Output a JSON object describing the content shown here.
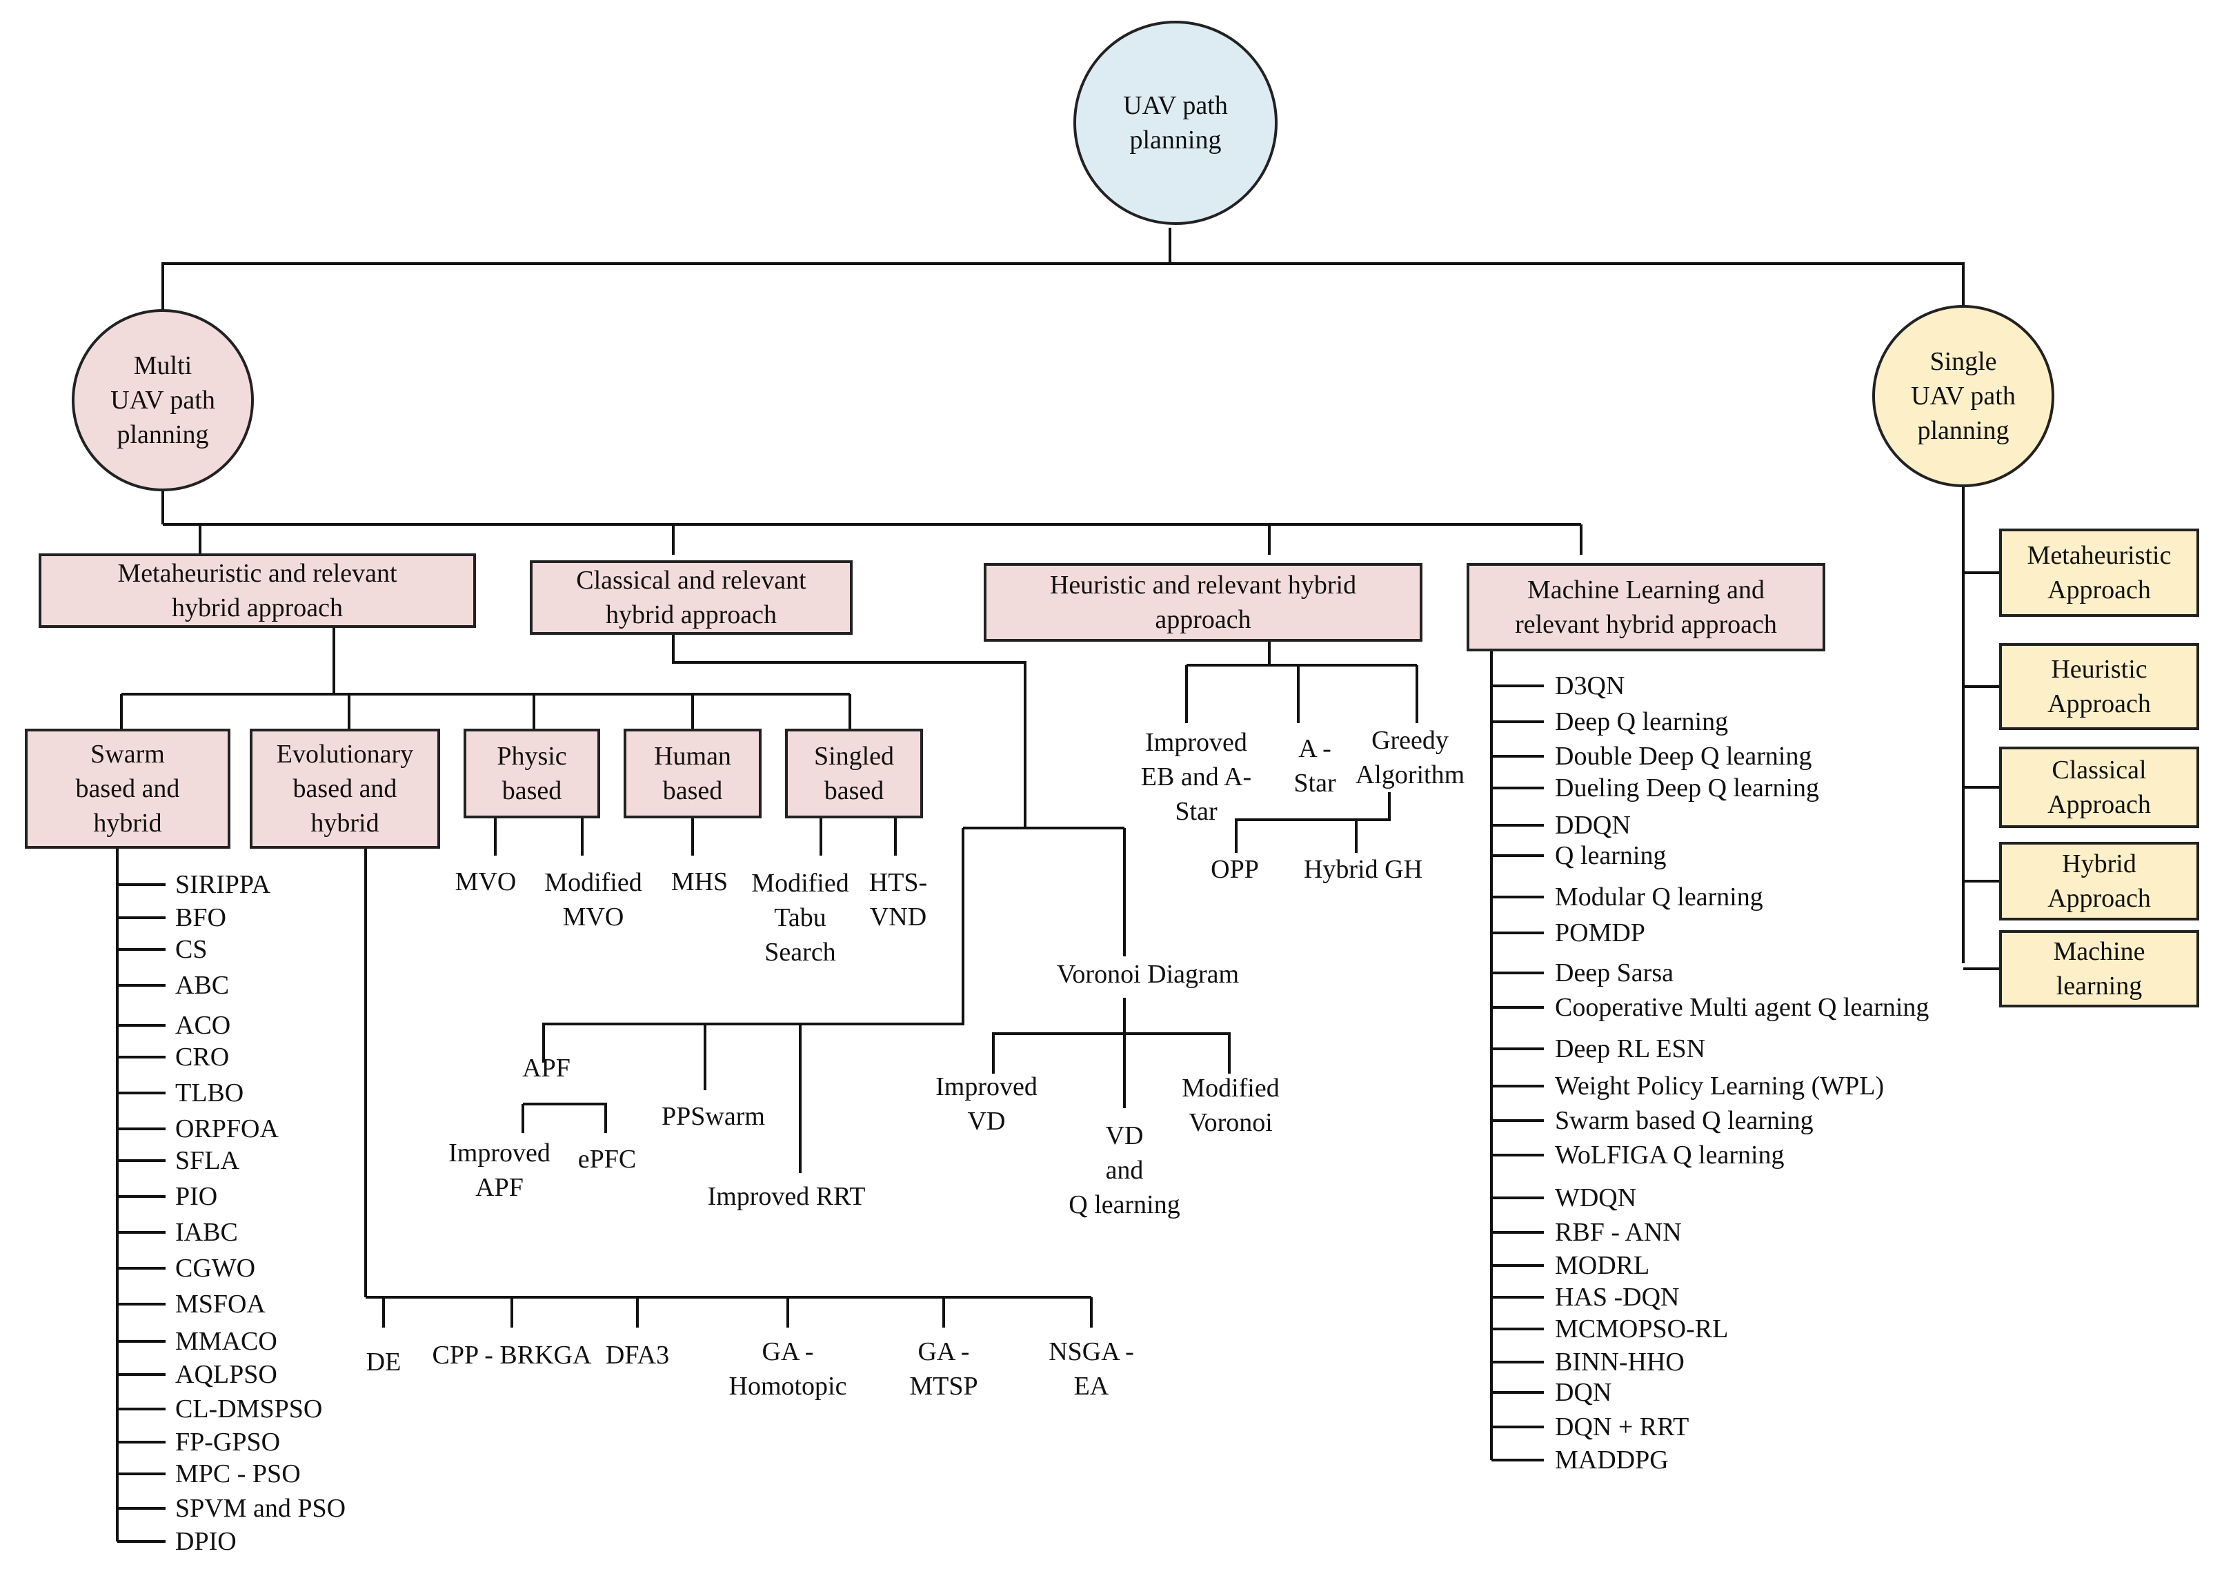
{
  "root": [
    "UAV path",
    "planning"
  ],
  "multi": [
    "Multi",
    "UAV path",
    "planning"
  ],
  "single": [
    "Single",
    "UAV path",
    "planning"
  ],
  "categories": {
    "meta": [
      "Metaheuristic and relevant",
      "hybrid approach"
    ],
    "classical": [
      "Classical and relevant",
      "hybrid approach"
    ],
    "heuristic": [
      "Heuristic and relevant hybrid",
      "approach"
    ],
    "ml": [
      "Machine Learning and",
      "relevant hybrid approach"
    ]
  },
  "meta_sub": {
    "swarm": [
      "Swarm",
      "based and",
      "hybrid"
    ],
    "evolutionary": [
      "Evolutionary",
      "based and",
      "hybrid"
    ],
    "physic": [
      "Physic",
      "based"
    ],
    "human": [
      "Human",
      "based"
    ],
    "singled": [
      "Singled",
      "based"
    ]
  },
  "swarm_items": [
    "SIRIPPA",
    "BFO",
    "CS",
    "ABC",
    "ACO",
    "CRO",
    "TLBO",
    "ORPFOA",
    "SFLA",
    "PIO",
    "IABC",
    "CGWO",
    "MSFOA",
    "MMACO",
    "AQLPSO",
    "CL-DMSPSO",
    "FP-GPSO",
    "MPC - PSO",
    "SPVM and PSO",
    "DPIO"
  ],
  "evolutionary_items": [
    [
      "DE"
    ],
    [
      "CPP - BRKGA"
    ],
    [
      "DFA3"
    ],
    [
      "GA -",
      "Homotopic"
    ],
    [
      "GA -",
      "MTSP"
    ],
    [
      "NSGA -",
      "EA"
    ]
  ],
  "physic_items": [
    [
      "MVO"
    ],
    [
      "Modified",
      "MVO"
    ]
  ],
  "human_items": [
    [
      "MHS"
    ]
  ],
  "singled_items": [
    [
      "Modified",
      "Tabu",
      "Search"
    ],
    [
      "HTS-",
      "VND"
    ]
  ],
  "classical_items": {
    "apf": [
      "APF"
    ],
    "improved_apf": [
      "Improved",
      "APF"
    ],
    "epfc": [
      "ePFC"
    ],
    "ppswarm": [
      "PPSwarm"
    ],
    "improved_rrt": [
      "Improved RRT"
    ],
    "voronoi": [
      "Voronoi Diagram"
    ],
    "improved_vd": [
      "Improved",
      "VD"
    ],
    "vd_q": [
      "VD",
      "and",
      "Q learning"
    ],
    "modified_voronoi": [
      "Modified",
      "Voronoi"
    ]
  },
  "heuristic_items": {
    "improved_eb": [
      "Improved",
      "EB and A-",
      "Star"
    ],
    "a_star": [
      "A -",
      "Star"
    ],
    "greedy": [
      "Greedy",
      "Algorithm"
    ],
    "opp": [
      "OPP"
    ],
    "hybrid_gh": [
      "Hybrid GH"
    ]
  },
  "ml_items": [
    "D3QN",
    "Deep Q learning",
    "Double Deep Q learning",
    "Dueling Deep Q learning",
    "DDQN",
    "Q learning",
    "Modular Q learning",
    "POMDP",
    "Deep Sarsa",
    "Cooperative Multi agent Q learning",
    "Deep RL ESN",
    "Weight Policy Learning (WPL)",
    "Swarm based Q learning",
    "WoLFIGA Q learning",
    "WDQN",
    "RBF - ANN",
    "MODRL",
    "HAS -DQN",
    "MCMOPSO-RL",
    "BINN-HHO",
    "DQN",
    "DQN + RRT",
    "MADDPG"
  ],
  "single_items": [
    [
      "Metaheuristic",
      "Approach"
    ],
    [
      "Heuristic",
      "Approach"
    ],
    [
      "Classical",
      "Approach"
    ],
    [
      "Hybrid",
      "Approach"
    ],
    [
      "Machine",
      "learning"
    ]
  ],
  "colors": {
    "root_fill": "#dcecf2",
    "multi_fill": "#f2dcdb",
    "single_fill": "#fdf0c8",
    "category_fill": "#f2dcdb",
    "single_item_fill": "#fdf0c8",
    "line": "#111111"
  }
}
